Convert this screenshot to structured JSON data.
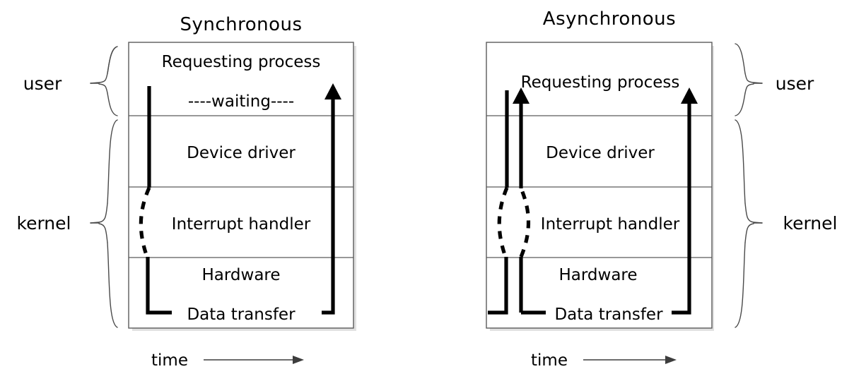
{
  "figure": {
    "panels": [
      {
        "id": "synchronous",
        "title": "Synchronous",
        "rows": [
          {
            "id": "requesting-process",
            "label": "Requesting process"
          },
          {
            "id": "waiting",
            "label": "----waiting----"
          },
          {
            "id": "device-driver",
            "label": "Device driver"
          },
          {
            "id": "interrupt-handler",
            "label": "Interrupt handler"
          },
          {
            "id": "hardware",
            "label": "Hardware"
          },
          {
            "id": "data-transfer",
            "label": "Data transfer"
          }
        ],
        "braces": [
          {
            "id": "user",
            "label": "user",
            "side": "left"
          },
          {
            "id": "kernel",
            "label": "kernel",
            "side": "left"
          }
        ],
        "axis": {
          "label": "time",
          "direction": "right"
        }
      },
      {
        "id": "asynchronous",
        "title": "Asynchronous",
        "rows": [
          {
            "id": "requesting-process",
            "label": "Requesting process"
          },
          {
            "id": "device-driver",
            "label": "Device driver"
          },
          {
            "id": "interrupt-handler",
            "label": "Interrupt handler"
          },
          {
            "id": "hardware",
            "label": "Hardware"
          },
          {
            "id": "data-transfer",
            "label": "Data transfer"
          }
        ],
        "braces": [
          {
            "id": "user",
            "label": "user",
            "side": "right"
          },
          {
            "id": "kernel",
            "label": "kernel",
            "side": "right"
          }
        ],
        "axis": {
          "label": "time",
          "direction": "right"
        }
      }
    ],
    "colors": {
      "background": "#ffffff",
      "box_stroke": "#5a5a5a",
      "flow_stroke": "#000000",
      "text": "#000000",
      "brace_stroke": "#4a4a4a"
    }
  }
}
